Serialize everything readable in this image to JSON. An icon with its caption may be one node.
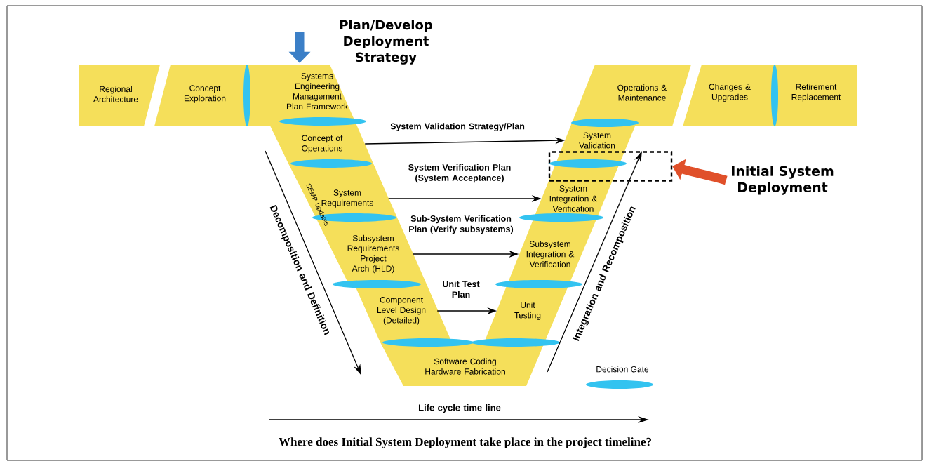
{
  "diagram": {
    "caption": "Where does Initial System Deployment take place in the project timeline?",
    "nodes": [
      {
        "text": [
          "Regional Architecture"
        ]
      },
      {
        "text": [
          "Concept Exploration"
        ]
      },
      {
        "text": [
          "Systems Engineering Management Plan Framework"
        ]
      },
      {
        "text": [
          "Concept of Operations"
        ]
      },
      {
        "text": [
          "System Requirements"
        ]
      },
      {
        "text": [
          "Subsystem Requirements Project Arch (HLD)"
        ]
      },
      {
        "text": [
          "Component Level Design (Detailed)"
        ]
      },
      {
        "text": [
          "Software Coding Hardware Fabrication"
        ]
      },
      {
        "text": [
          "Unit Testing"
        ]
      },
      {
        "text": [
          "Subsystem Integration & Verification"
        ]
      },
      {
        "text": [
          "System Integration & Verification"
        ]
      },
      {
        "text": [
          "System Validation"
        ]
      },
      {
        "text": [
          "Operations & Maintenance"
        ]
      },
      {
        "text": [
          "Changes & Upgrades"
        ]
      },
      {
        "text": [
          "Retirement Replacement"
        ]
      },
      {
        "text": [],
        "shape": "box"
      },
      {
        "text": [
          "Initial System Deployment"
        ]
      }
    ],
    "edges": [
      {
        "from": null,
        "to": 2,
        "arrow": "to",
        "style": "thick",
        "color": "#3b7fc7"
      },
      {
        "from": 3,
        "to": 11,
        "arrow": "to",
        "label": "System Validation Strategy/Plan"
      },
      {
        "from": 4,
        "to": 10,
        "arrow": "to",
        "label": "System Verification Plan (System Acceptance)"
      },
      {
        "from": 5,
        "to": 9,
        "arrow": "to",
        "label": "Sub-System Verification Plan (Verify subsystems)"
      },
      {
        "from": 6,
        "to": 8,
        "arrow": "to",
        "label": "Unit Test Plan"
      },
      {
        "from": 16,
        "to": 15,
        "arrow": "to",
        "style": "thick",
        "color": "#e0502a"
      }
    ],
    "labels": [
      "Plan/Develop Deployment Strategy",
      "SEMP Updates",
      "Decomposition and Definition",
      "Integration and Recomposition",
      "Life cycle time line"
    ],
    "legend": [
      {
        "text": "Decision Gate",
        "color": "#33c3f0"
      }
    ]
  }
}
